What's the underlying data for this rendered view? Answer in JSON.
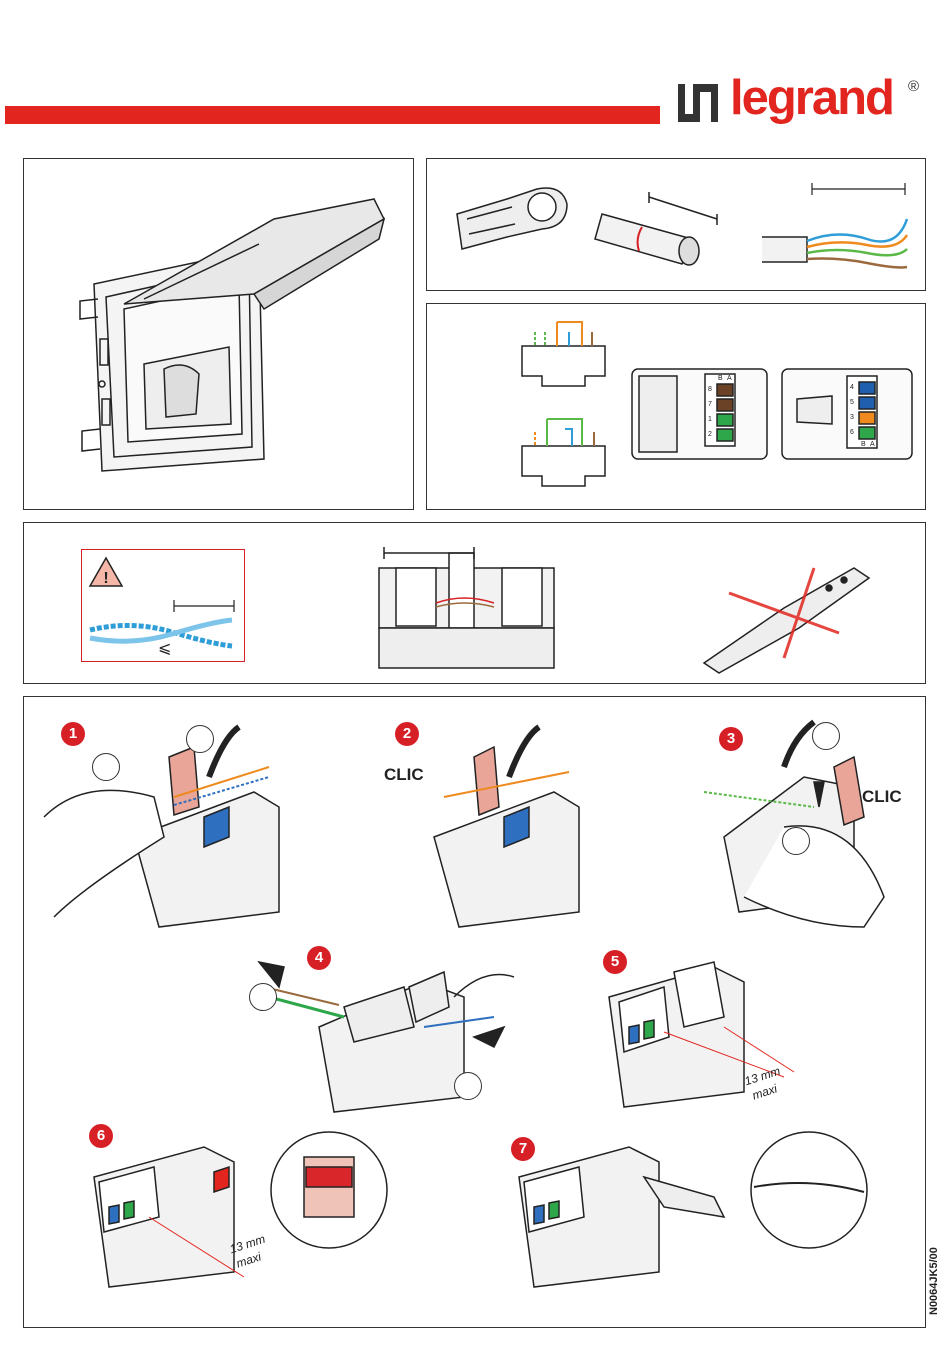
{
  "brand": {
    "name": "legrand",
    "registered": "®",
    "color": "#e2261f"
  },
  "steps": {
    "s1": "1",
    "s2": "2",
    "s3": "3",
    "s4": "4",
    "s5": "5",
    "s6": "6",
    "s7": "7"
  },
  "clic_label": "CLIC",
  "measure": {
    "value": "13 mm",
    "qualifier": "maxi"
  },
  "warning_symbol": "⩽",
  "wiring": {
    "left_pins": [
      "8",
      "7",
      "1",
      "2"
    ],
    "left_header": [
      "B",
      "A"
    ],
    "right_pins": [
      "4",
      "5",
      "3",
      "6"
    ],
    "right_footer": [
      "B",
      "A"
    ]
  },
  "document_code": "N0064JK5/00",
  "icons": [
    "legrand-logo",
    "warning-triangle-icon",
    "stripping-tool-icon",
    "punch-down-tool-icon"
  ]
}
